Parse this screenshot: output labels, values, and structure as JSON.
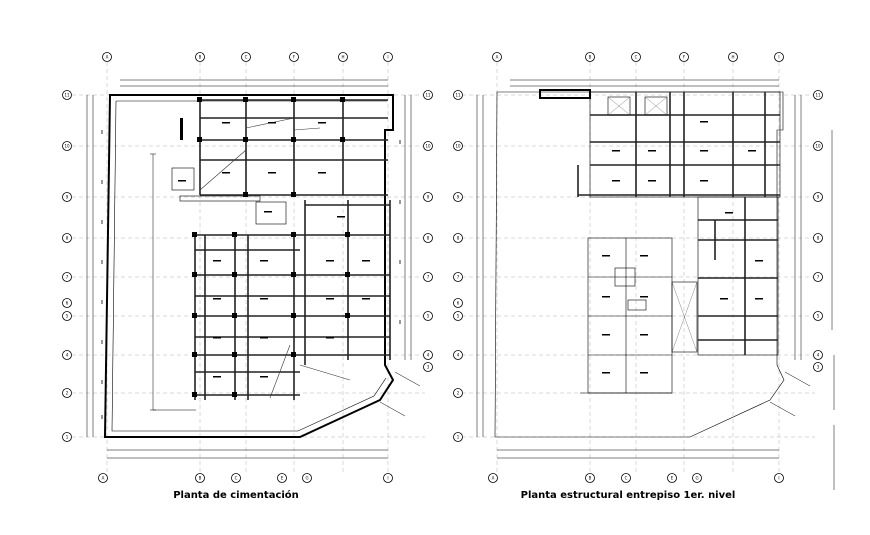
{
  "plans": [
    {
      "id": "foundation",
      "title": "Planta de cimentación",
      "top_labels": [
        "A",
        "B",
        "C",
        "F",
        "H",
        "I"
      ],
      "bottom_labels": [
        "A",
        "B",
        "C",
        "E",
        "G",
        "I"
      ],
      "left_labels": [
        "11",
        "10",
        "9",
        "8",
        "7",
        "6",
        "5",
        "4",
        "2",
        "1"
      ],
      "right_labels": [
        "11",
        "10",
        "9",
        "8",
        "7",
        "5",
        "4",
        "3"
      ]
    },
    {
      "id": "mezzanine",
      "title": "Planta estructural entrepiso 1er. nivel",
      "top_labels": [
        "A",
        "B",
        "C",
        "F",
        "H",
        "I"
      ],
      "bottom_labels": [
        "A",
        "B",
        "C",
        "E",
        "G",
        "I"
      ],
      "left_labels": [
        "11",
        "10",
        "9",
        "8",
        "7",
        "6",
        "5",
        "4",
        "2",
        "1"
      ],
      "right_labels": [
        "11",
        "10",
        "9",
        "8",
        "7",
        "5",
        "4",
        "3"
      ]
    }
  ]
}
